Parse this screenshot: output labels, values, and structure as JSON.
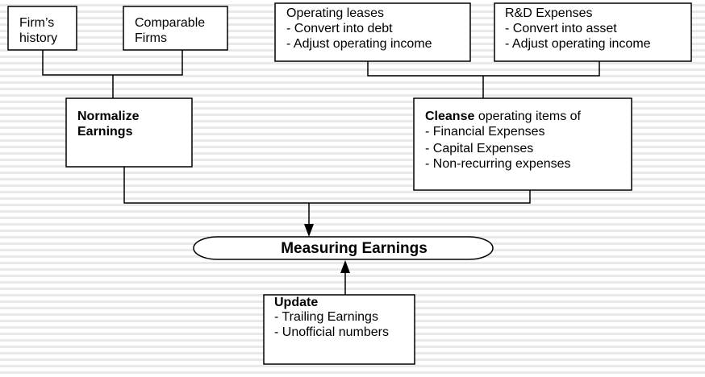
{
  "nodes": {
    "firms_history": {
      "lines": [
        "Firm’s",
        "history"
      ]
    },
    "comparable_firms": {
      "lines": [
        "Comparable",
        "Firms"
      ]
    },
    "operating_leases": {
      "lines": [
        "Operating leases",
        "- Convert into debt",
        "- Adjust operating income"
      ]
    },
    "rd_expenses": {
      "lines": [
        "R&D Expenses",
        "- Convert into asset",
        "- Adjust operating income"
      ]
    },
    "normalize_earnings": {
      "lines": [
        "Normalize",
        "Earnings"
      ]
    },
    "cleanse": {
      "bold": "Cleanse",
      "rest": " operating items of",
      "lines": [
        "- Financial Expenses",
        "- Capital Expenses",
        "- Non-recurring expenses"
      ]
    },
    "measuring_earnings": {
      "label": "Measuring Earnings"
    },
    "update": {
      "bold": "Update",
      "lines": [
        "- Trailing Earnings",
        "- Unofficial numbers"
      ]
    }
  }
}
